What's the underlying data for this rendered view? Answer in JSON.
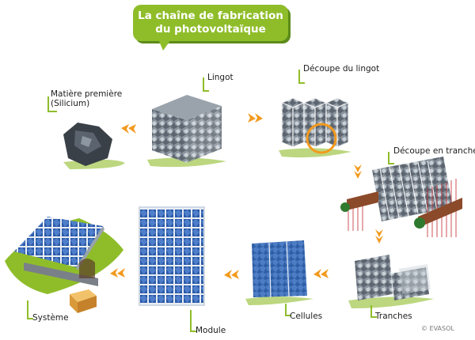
{
  "title": {
    "line1": "La chaîne de fabrication",
    "line2": "du photovoltaïque",
    "color": "#8fbd2a"
  },
  "steps": {
    "raw_material": {
      "line1": "Matière première",
      "line2": "(Silicium)"
    },
    "ingot": "Lingot",
    "ingot_cut": "Découpe du lingot",
    "slice_cut": "Découpe en tranche",
    "wafers": "Tranches",
    "cells": "Cellules",
    "module": "Module",
    "system": "Système"
  },
  "arrow_color": "#f39a1e",
  "accent_color": "#8fbd2a",
  "copyright": "© EVASOL"
}
